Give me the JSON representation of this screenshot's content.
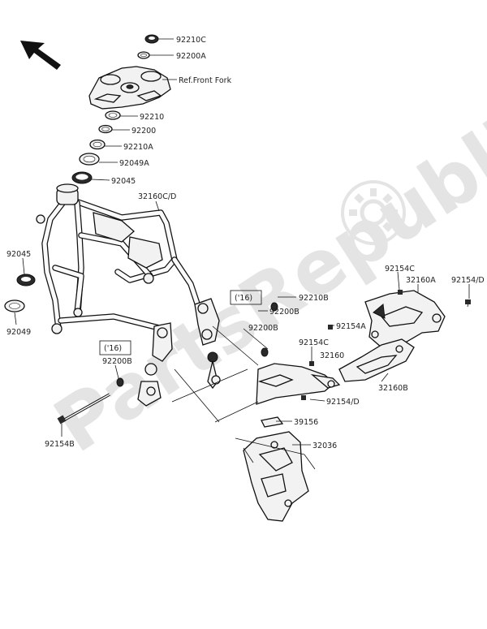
{
  "labels": {
    "p92210C": "92210C",
    "p92200A": "92200A",
    "ref_front_fork": "Ref.Front Fork",
    "p92210": "92210",
    "p92200": "92200",
    "p92210A": "92210A",
    "p92049A": "92049A",
    "p92045_top": "92045",
    "p32160CD": "32160C/D",
    "p92045_left": "92045",
    "p92049": "92049",
    "p92154C_right": "92154C",
    "p32160A": "32160A",
    "p92154D_right": "92154/D",
    "yr16_a": "('16)",
    "p92210B": "92210B",
    "p92200B_a": "92200B",
    "p92200B_b": "92200B",
    "p92154A": "92154A",
    "p92154C_mid": "92154C",
    "p32160": "32160",
    "yr16_b": "('16)",
    "p92200B_c": "92200B",
    "p32160B": "32160B",
    "p92154D_mid": "92154/D",
    "p39156": "39156",
    "p32036": "32036",
    "p92154B": "92154B"
  },
  "watermark": "PartsRepublik",
  "colors": {
    "line": "#111111",
    "part_fill": "#f2f2f2",
    "watermark": "#e4e4e4"
  },
  "icons": {
    "direction_arrow": "arrow-up-left-icon",
    "watermark_gear": "gear-icon"
  }
}
